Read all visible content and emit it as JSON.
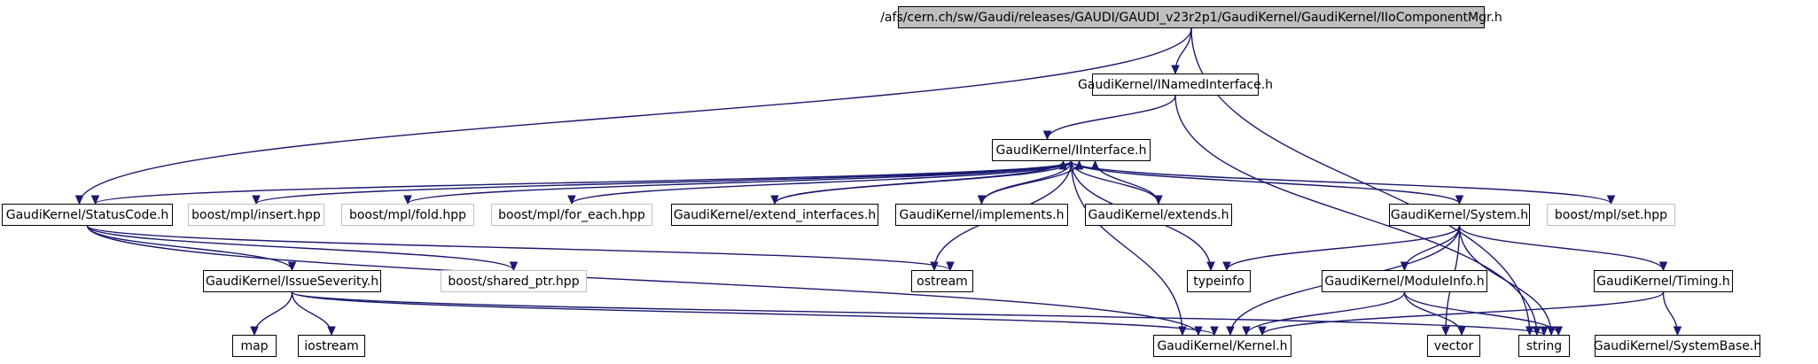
{
  "diagram": {
    "nodes": [
      {
        "id": "root",
        "label": "/afs/cern.ch/sw/Gaudi/releases/GAUDI/GAUDI_v23r2p1/GaudiKernel/GaudiKernel/IIoComponentMgr.h",
        "kind": "root"
      },
      {
        "id": "inamed",
        "label": "GaudiKernel/INamedInterface.h",
        "kind": "normal"
      },
      {
        "id": "iface",
        "label": "GaudiKernel/IInterface.h",
        "kind": "normal"
      },
      {
        "id": "status",
        "label": "GaudiKernel/StatusCode.h",
        "kind": "normal"
      },
      {
        "id": "insert",
        "label": "boost/mpl/insert.hpp",
        "kind": "ext"
      },
      {
        "id": "fold",
        "label": "boost/mpl/fold.hpp",
        "kind": "ext"
      },
      {
        "id": "foreach",
        "label": "boost/mpl/for_each.hpp",
        "kind": "ext"
      },
      {
        "id": "extif",
        "label": "GaudiKernel/extend_interfaces.h",
        "kind": "normal"
      },
      {
        "id": "impl",
        "label": "GaudiKernel/implements.h",
        "kind": "normal"
      },
      {
        "id": "extends",
        "label": "GaudiKernel/extends.h",
        "kind": "normal"
      },
      {
        "id": "system",
        "label": "GaudiKernel/System.h",
        "kind": "normal"
      },
      {
        "id": "mplset",
        "label": "boost/mpl/set.hpp",
        "kind": "ext"
      },
      {
        "id": "issue",
        "label": "GaudiKernel/IssueSeverity.h",
        "kind": "normal"
      },
      {
        "id": "sharedptr",
        "label": "boost/shared_ptr.hpp",
        "kind": "ext"
      },
      {
        "id": "ostream",
        "label": "ostream",
        "kind": "normal"
      },
      {
        "id": "typeinfo",
        "label": "typeinfo",
        "kind": "normal"
      },
      {
        "id": "moduleinfo",
        "label": "GaudiKernel/ModuleInfo.h",
        "kind": "normal"
      },
      {
        "id": "timing",
        "label": "GaudiKernel/Timing.h",
        "kind": "normal"
      },
      {
        "id": "map",
        "label": "map",
        "kind": "normal"
      },
      {
        "id": "iostream",
        "label": "iostream",
        "kind": "normal"
      },
      {
        "id": "kernel",
        "label": "GaudiKernel/Kernel.h",
        "kind": "normal"
      },
      {
        "id": "vector",
        "label": "vector",
        "kind": "normal"
      },
      {
        "id": "string",
        "label": "string",
        "kind": "normal"
      },
      {
        "id": "sysbase",
        "label": "GaudiKernel/SystemBase.h",
        "kind": "normal"
      }
    ],
    "edges": [
      [
        "root",
        "inamed"
      ],
      [
        "root",
        "status"
      ],
      [
        "root",
        "string"
      ],
      [
        "inamed",
        "iface"
      ],
      [
        "inamed",
        "string"
      ],
      [
        "iface",
        "status"
      ],
      [
        "iface",
        "insert"
      ],
      [
        "iface",
        "fold"
      ],
      [
        "iface",
        "foreach"
      ],
      [
        "iface",
        "extif"
      ],
      [
        "iface",
        "impl"
      ],
      [
        "iface",
        "extends"
      ],
      [
        "iface",
        "system"
      ],
      [
        "iface",
        "mplset"
      ],
      [
        "iface",
        "ostream"
      ],
      [
        "iface",
        "typeinfo"
      ],
      [
        "iface",
        "kernel"
      ],
      [
        "extif",
        "iface"
      ],
      [
        "impl",
        "iface"
      ],
      [
        "extends",
        "iface"
      ],
      [
        "status",
        "issue"
      ],
      [
        "status",
        "sharedptr"
      ],
      [
        "status",
        "ostream"
      ],
      [
        "status",
        "kernel"
      ],
      [
        "issue",
        "map"
      ],
      [
        "issue",
        "iostream"
      ],
      [
        "issue",
        "kernel"
      ],
      [
        "issue",
        "string"
      ],
      [
        "system",
        "typeinfo"
      ],
      [
        "system",
        "kernel"
      ],
      [
        "system",
        "moduleinfo"
      ],
      [
        "system",
        "timing"
      ],
      [
        "system",
        "vector"
      ],
      [
        "system",
        "string"
      ],
      [
        "moduleinfo",
        "kernel"
      ],
      [
        "moduleinfo",
        "vector"
      ],
      [
        "moduleinfo",
        "string"
      ],
      [
        "timing",
        "kernel"
      ],
      [
        "timing",
        "sysbase"
      ]
    ]
  }
}
